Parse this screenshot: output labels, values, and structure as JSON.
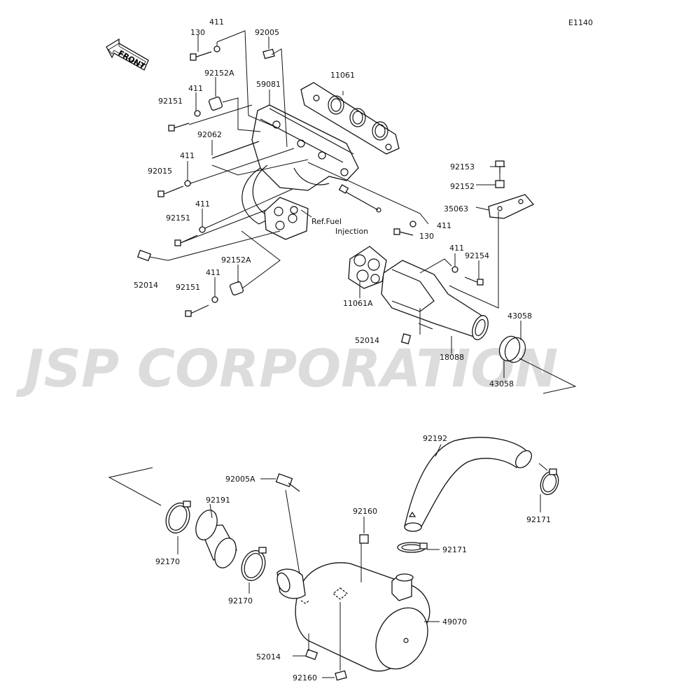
{
  "diagram_code": "E1140",
  "front_arrow": {
    "label": "FRONT",
    "icon": "front-arrow-icon"
  },
  "watermark": {
    "text": "JSP CORPORATION",
    "color": "#dcdcdc"
  },
  "reference": {
    "line1": "Ref.Fuel",
    "line2": "Injection"
  },
  "colors": {
    "ink": "#111111",
    "background": "#ffffff"
  },
  "callouts": {
    "c411_top": "411",
    "c130_top": "130",
    "c92005": "92005",
    "c92152a_top": "92152A",
    "c411_b": "411",
    "c59081": "59081",
    "c11061": "11061",
    "c92151_a": "92151",
    "c92062": "92062",
    "c411_c": "411",
    "c92015": "92015",
    "c92153": "92153",
    "c92152": "92152",
    "c35063": "35063",
    "c411_d": "411",
    "c92151_b": "92151",
    "c411_e": "411",
    "c130_b": "130",
    "c52014_a": "52014",
    "c92152a_b": "92152A",
    "c411_f": "411",
    "c92151_c": "92151",
    "c411_g": "411",
    "c92154": "92154",
    "c11061a": "11061A",
    "c43058_a": "43058",
    "c52014_b": "52014",
    "c18088": "18088",
    "c43058_b": "43058",
    "c92192": "92192",
    "c92005a": "92005A",
    "c92191": "92191",
    "c92160_a": "92160",
    "c92171_a": "92171",
    "c92171_b": "92171",
    "c92170_a": "92170",
    "c92170_b": "92170",
    "c49070": "49070",
    "c52014_c": "52014",
    "c92160_b": "92160"
  }
}
